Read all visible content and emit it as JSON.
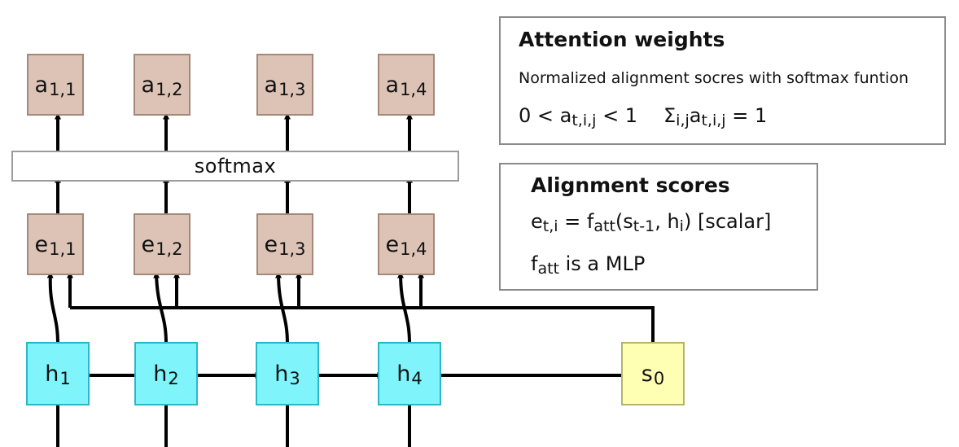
{
  "softmax_label": "softmax",
  "attention_nodes": [
    {
      "base": "a",
      "sub": "1,1"
    },
    {
      "base": "a",
      "sub": "1,2"
    },
    {
      "base": "a",
      "sub": "1,3"
    },
    {
      "base": "a",
      "sub": "1,4"
    }
  ],
  "score_nodes": [
    {
      "base": "e",
      "sub": "1,1"
    },
    {
      "base": "e",
      "sub": "1,2"
    },
    {
      "base": "e",
      "sub": "1,3"
    },
    {
      "base": "e",
      "sub": "1,4"
    }
  ],
  "hidden_nodes": [
    {
      "base": "h",
      "sub": "1"
    },
    {
      "base": "h",
      "sub": "2"
    },
    {
      "base": "h",
      "sub": "3"
    },
    {
      "base": "h",
      "sub": "4"
    }
  ],
  "decoder_node": {
    "base": "s",
    "sub": "0"
  },
  "attention_panel": {
    "title": "Attention weights",
    "subtitle": "Normalized alignment socres with softmax funtion",
    "constraint_range": {
      "lhs": "0 < a",
      "sub": "t,i,j",
      "rhs": " < 1"
    },
    "constraint_sum": {
      "sigma": "Σ",
      "sigma_sub": "i,j",
      "a": "a",
      "a_sub": "t,i,j",
      "rhs": " = 1"
    }
  },
  "alignment_panel": {
    "title": "Alignment scores",
    "formula": {
      "e": "e",
      "e_sub": "t,i",
      "eq": " = f",
      "f_sub": "att",
      "open": "(s",
      "s_sub": "t-1",
      "mid": ", h",
      "h_sub": "i",
      "close": ") [scalar]"
    },
    "mlp_note": {
      "f": "f",
      "f_sub": "att",
      "text": " is a MLP"
    }
  }
}
